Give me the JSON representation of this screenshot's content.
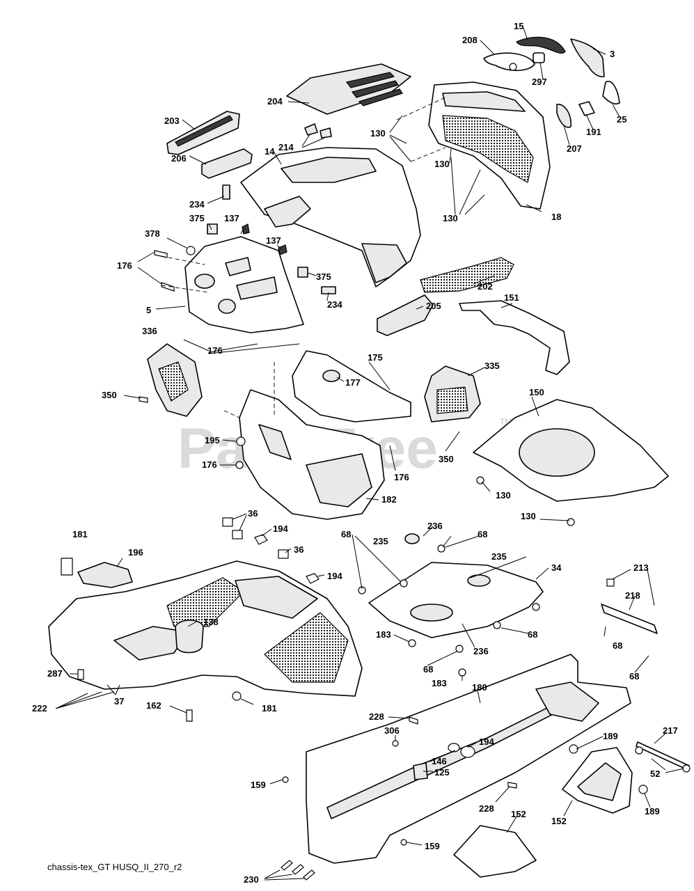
{
  "diagram": {
    "caption": "chassis-tex_GT HUSQ_II_270_r2",
    "watermark": "PartsTree",
    "watermark_tm": "TM",
    "callouts": {
      "c15": "15",
      "c208": "208",
      "c3": "3",
      "c297": "297",
      "c204": "204",
      "c25": "25",
      "c191": "191",
      "c207": "207",
      "c203": "203",
      "c130a": "130",
      "c130b": "130",
      "c130c": "130",
      "c214": "214",
      "c14": "14",
      "c206": "206",
      "c18": "18",
      "c234a": "234",
      "c375a": "375",
      "c137a": "137",
      "c378": "378",
      "c137b": "137",
      "c176a": "176",
      "c375b": "375",
      "c202": "202",
      "c234b": "234",
      "c5": "5",
      "c205": "205",
      "c151": "151",
      "c336": "336",
      "c176b": "176",
      "c175": "175",
      "c177": "177",
      "c335": "335",
      "c350a": "350",
      "c150": "150",
      "c195": "195",
      "c176c": "176",
      "c176d": "176",
      "c350b": "350",
      "c130d": "130",
      "c182": "182",
      "c130e": "130",
      "c36a": "36",
      "c194a": "194",
      "c36b": "36",
      "c181a": "181",
      "c196": "196",
      "c194b": "194",
      "c236a": "236",
      "c235a": "235",
      "c68a": "68",
      "c68b": "68",
      "c235b": "235",
      "c34": "34",
      "c213": "213",
      "c218": "218",
      "c138": "138",
      "c183a": "183",
      "c68c": "68",
      "c68d": "68",
      "c236b": "236",
      "c68e": "68",
      "c183b": "183",
      "c68f": "68",
      "c287": "287",
      "c37": "37",
      "c222": "222",
      "c162": "162",
      "c181b": "181",
      "c180": "180",
      "c228a": "228",
      "c306": "306",
      "c194c": "194",
      "c146": "146",
      "c189a": "189",
      "c217": "217",
      "c125": "125",
      "c52": "52",
      "c159a": "159",
      "c228b": "228",
      "c189b": "189",
      "c152a": "152",
      "c152b": "152",
      "c159b": "159",
      "c230": "230"
    }
  }
}
